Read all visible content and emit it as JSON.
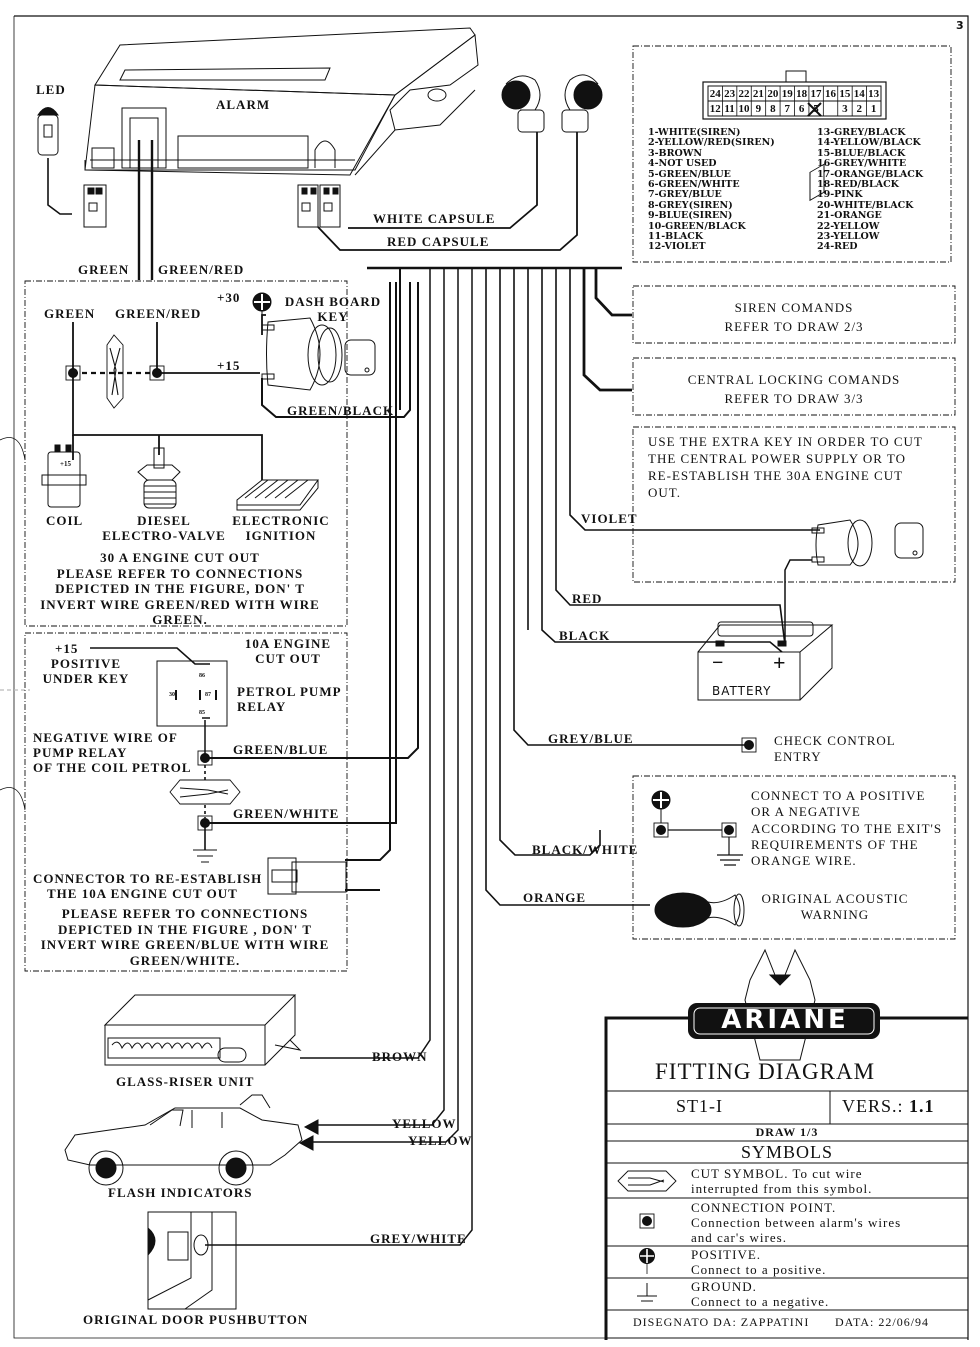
{
  "page_number": "3",
  "components": {
    "led": "LED",
    "alarm": "ALARM",
    "white_capsule": "WHITE CAPSULE",
    "red_capsule": "RED CAPSULE",
    "green": "GREEN",
    "green_red": "GREEN/RED"
  },
  "connector": {
    "top_row": [
      "24",
      "23",
      "22",
      "21",
      "20",
      "19",
      "18",
      "17",
      "16",
      "15",
      "14",
      "13"
    ],
    "bottom_row": [
      "12",
      "11",
      "10",
      "9",
      "8",
      "7",
      "6",
      "5",
      "X",
      "3",
      "2",
      "1"
    ],
    "pins_left": [
      "1-WHITE(SIREN)",
      "2-YELLOW/RED(SIREN)",
      "3-BROWN",
      "4-NOT USED",
      "5-GREEN/BLUE",
      "6-GREEN/WHITE",
      "7-GREY/BLUE",
      "8-GREY(SIREN)",
      "9-BLUE(SIREN)",
      "10-GREEN/BLACK",
      "11-BLACK",
      "12-VIOLET"
    ],
    "pins_right": [
      "13-GREY/BLACK",
      "14-YELLOW/BLACK",
      "15-BLUE/BLACK",
      "16-GREY/WHITE",
      "17-ORANGE/BLACK",
      "18-RED/BLACK",
      "19-PINK",
      "20-WHITE/BLACK",
      "21-ORANGE",
      "22-YELLOW",
      "23-YELLOW",
      "24-RED"
    ]
  },
  "engine_cut_30a": {
    "green": "GREEN",
    "green_red": "GREEN/RED",
    "plus30": "+30",
    "dash_board_key": [
      "DASH BOARD",
      "KEY"
    ],
    "plus15": "+15",
    "green_black": "GREEN/BLACK",
    "coil": "COIL",
    "coil_terminal": "+15",
    "diesel": [
      "DIESEL",
      "ELECTRO-VALVE"
    ],
    "electronic": [
      "ELECTRONIC",
      "IGNITION"
    ],
    "note": [
      "30 A ENGINE CUT OUT",
      "PLEASE REFER TO CONNECTIONS",
      "DEPICTED IN THE FIGURE, DON' T",
      "INVERT WIRE GREEN/RED WITH WIRE",
      "GREEN."
    ]
  },
  "engine_cut_10a": {
    "plus15": "+15",
    "positive_under_key": [
      "POSITIVE",
      "UNDER KEY"
    ],
    "title": [
      "10A ENGINE",
      "CUT OUT"
    ],
    "relay_pins": {
      "p86": "86",
      "p30": "30",
      "p87": "87",
      "p85": "85"
    },
    "relay": [
      "PETROL PUMP",
      "RELAY"
    ],
    "negative_wire": [
      "NEGATIVE WIRE OF",
      "PUMP RELAY",
      "OF THE COIL PETROL"
    ],
    "green_blue": "GREEN/BLUE",
    "green_white": "GREEN/WHITE",
    "connector": [
      "CONNECTOR TO RE-ESTABLISH",
      "THE 10A ENGINE CUT OUT"
    ],
    "note": [
      "PLEASE REFER TO CONNECTIONS",
      "DEPICTED IN THE FIGURE , DON' T",
      "INVERT WIRE GREEN/BLUE WITH WIRE",
      "GREEN/WHITE."
    ]
  },
  "right_boxes": {
    "siren": [
      "SIREN COMANDS",
      "REFER TO DRAW 2/3"
    ],
    "central_locking": [
      "CENTRAL LOCKING COMANDS",
      "REFER TO DRAW 3/3"
    ],
    "extra_key": [
      "USE THE EXTRA KEY IN ORDER TO CUT",
      "THE CENTRAL POWER SUPPLY OR TO",
      "RE-ESTABLISH THE 30A ENGINE CUT",
      "OUT."
    ],
    "violet": "VIOLET",
    "red": "RED",
    "black": "BLACK",
    "battery": "BATTERY",
    "battery_minus": "−",
    "battery_plus": "+",
    "grey_blue": "GREY/BLUE",
    "check_control": [
      "CHECK CONTROL",
      "ENTRY"
    ],
    "black_white": "BLACK/WHITE",
    "connect_note": [
      "CONNECT TO A POSITIVE",
      "OR A NEGATIVE",
      "ACCORDING TO THE EXIT'S",
      "REQUIREMENTS OF THE",
      "ORANGE WIRE."
    ],
    "orange": "ORANGE",
    "acoustic": [
      "ORIGINAL ACOUSTIC",
      "WARNING"
    ]
  },
  "bottom_left": {
    "glass_riser": "GLASS-RISER UNIT",
    "brown": "BROWN",
    "yellow1": "YELLOW",
    "yellow2": "YELLOW",
    "flash": "FLASH INDICATORS",
    "grey_white": "GREY/WHITE",
    "door": "ORIGINAL DOOR PUSHBUTTON"
  },
  "title_block": {
    "brand": "ARIANE",
    "title": "FITTING DIAGRAM",
    "model": "ST1-I",
    "version_label": "VERS.:",
    "version": "1.1",
    "draw": "DRAW 1/3",
    "symbols_heading": "SYMBOLS",
    "symbols": [
      {
        "icon": "cut-symbol-icon",
        "lines": [
          "CUT SYMBOL. To cut wire",
          "interrupted from this symbol."
        ]
      },
      {
        "icon": "connection-point-icon",
        "lines": [
          "CONNECTION POINT.",
          "Connection between alarm's wires",
          "and car's wires."
        ]
      },
      {
        "icon": "positive-icon",
        "lines": [
          "POSITIVE.",
          "Connect to a positive."
        ]
      },
      {
        "icon": "ground-icon",
        "lines": [
          "GROUND.",
          "Connect to a negative."
        ]
      }
    ],
    "designer": "DISEGNATO DA: ZAPPATINI",
    "date": "DATA: 22/06/94"
  }
}
